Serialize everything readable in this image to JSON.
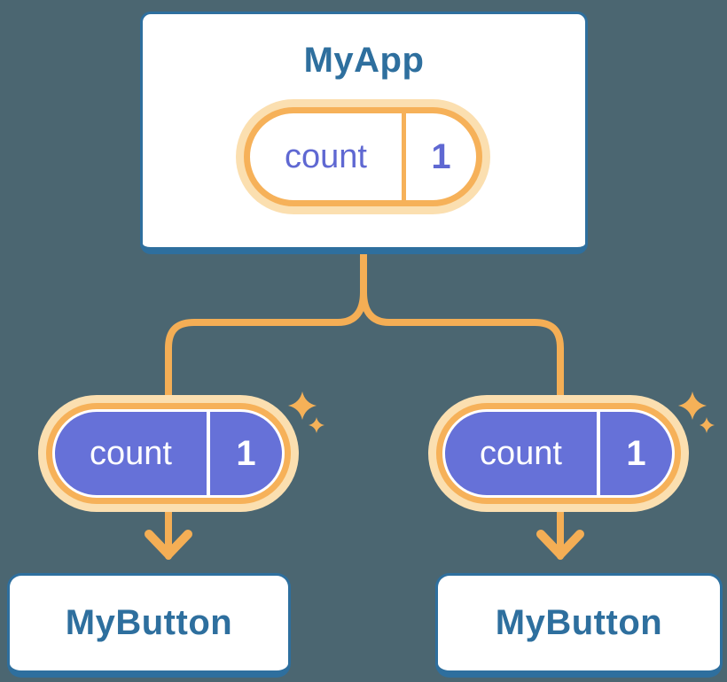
{
  "diagram": {
    "type": "component-tree",
    "background_color": "#4B6671",
    "colors": {
      "card_border_blue": "#2E6F9E",
      "card_background": "#FFFFFF",
      "title_text_blue": "#2E6F9E",
      "wire_orange": "#F4AE55",
      "pill_ring_orange": "#F6B159",
      "pill_halo_orange": "#FBDFB0",
      "pill_fill_purple": "#6671D8",
      "pill_text_purple": "#5F68D2",
      "sparkle_orange": "#F5B158"
    },
    "root": {
      "label": "MyApp",
      "pill": {
        "key": "count",
        "value": "1",
        "style": "outline"
      }
    },
    "children": [
      {
        "label": "MyButton",
        "pill": {
          "key": "count",
          "value": "1",
          "style": "filled"
        }
      },
      {
        "label": "MyButton",
        "pill": {
          "key": "count",
          "value": "1",
          "style": "filled"
        }
      }
    ],
    "icons": [
      "sparkles-icon",
      "arrow-down-icon"
    ]
  }
}
